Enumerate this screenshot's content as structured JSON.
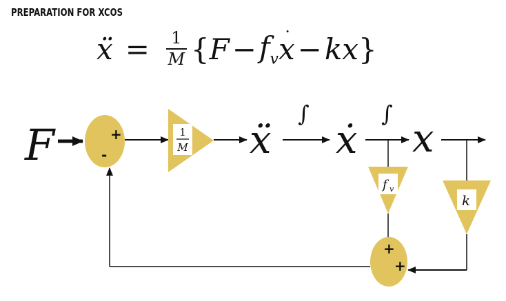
{
  "header": {
    "title": "PREPARATION FOR XCOS"
  },
  "equation": {
    "lhs": "ẍ",
    "equals": "=",
    "frac_num": "1",
    "frac_den": "M",
    "open": "{",
    "F": "F",
    "minus1": "−",
    "fv": "f",
    "fv_sub": "v",
    "xdot": "x",
    "minus2": "−",
    "kx": "kx",
    "close": "}"
  },
  "diagram": {
    "input_label": "F",
    "sum1_plus": "+",
    "sum1_minus": "-",
    "gain_m_num": "1",
    "gain_m_den": "M",
    "xdd_label": "ẍ",
    "xd_label": "ẋ",
    "x_label": "x",
    "int1_label": "∫",
    "int2_label": "∫",
    "gain_fv": "f",
    "gain_fv_sub": "v",
    "gain_k": "k",
    "sum2_plus1": "+",
    "sum2_plus2": "+",
    "colors": {
      "block_fill": "#e2c45e",
      "line": "#111111"
    }
  }
}
